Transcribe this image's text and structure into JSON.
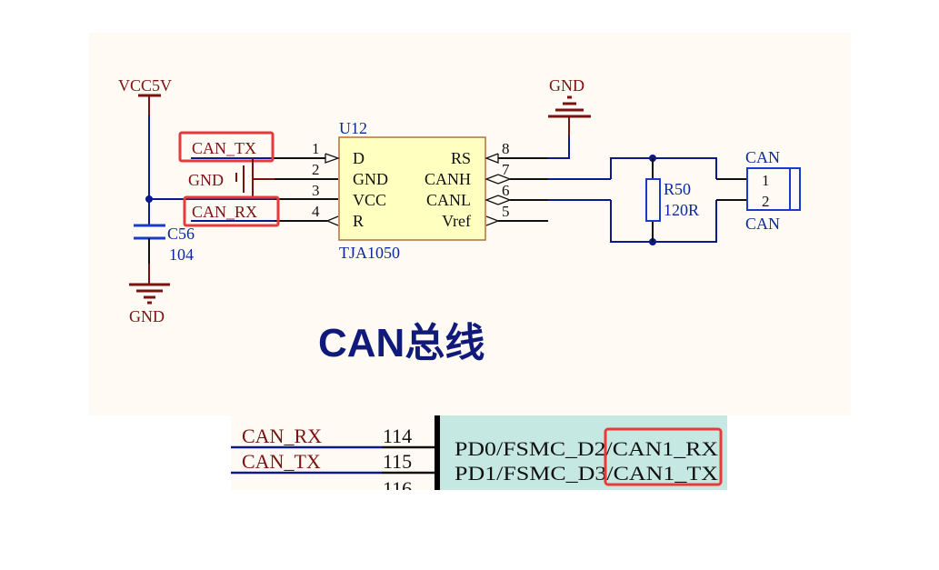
{
  "schematic": {
    "power": {
      "vcc_label": "VCC5V",
      "gnd_top": "GND",
      "gnd_bottom": "GND",
      "gnd_inline": "GND"
    },
    "nets": {
      "can_tx": "CAN_TX",
      "can_rx": "CAN_RX"
    },
    "chip": {
      "ref": "U12",
      "part": "TJA1050",
      "left_pins": [
        {
          "num": "1",
          "name": "D"
        },
        {
          "num": "2",
          "name": "GND"
        },
        {
          "num": "3",
          "name": "VCC"
        },
        {
          "num": "4",
          "name": "R"
        }
      ],
      "right_pins": [
        {
          "num": "8",
          "name": "RS"
        },
        {
          "num": "7",
          "name": "CANH"
        },
        {
          "num": "6",
          "name": "CANL"
        },
        {
          "num": "5",
          "name": "Vref"
        }
      ]
    },
    "capacitor": {
      "ref": "C56",
      "value": "104"
    },
    "resistor": {
      "ref": "R50",
      "value": "120R"
    },
    "connector": {
      "label_top": "CAN",
      "label_bottom": "CAN",
      "pins": [
        "1",
        "2"
      ]
    },
    "title": "CAN总线"
  },
  "mcu_strip": {
    "nets": [
      {
        "label": "CAN_RX",
        "pin": "114",
        "function": "PD0/FSMC_D2/CAN1_RX"
      },
      {
        "label": "CAN_TX",
        "pin": "115",
        "function": "PD1/FSMC_D3/CAN1_TX"
      }
    ],
    "next_pin": "116"
  },
  "colors": {
    "panel_bg": "#fffaf4",
    "wire_blue": "#0a1a8c",
    "power_red": "#7a1212",
    "chip_fill": "#ffffc0",
    "chip_border": "#b07040",
    "highlight_red": "#e8393b",
    "mcu_fill": "#c6e8e2"
  }
}
